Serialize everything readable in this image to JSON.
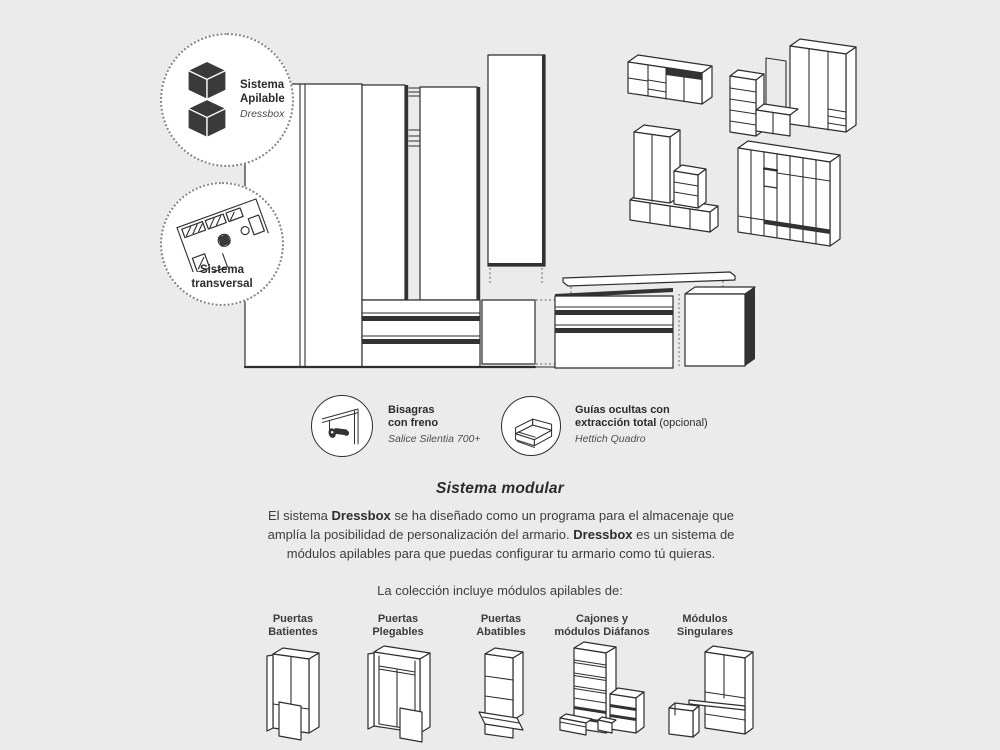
{
  "colors": {
    "background": "#ebebeb",
    "ink": "#2e2e2e",
    "dark_fill": "#323232"
  },
  "badges": {
    "apilable": {
      "line1": "Sistema",
      "line2": "Apilable",
      "brand": "Dressbox"
    },
    "transversal": {
      "line1": "Sistema",
      "line2": "transversal"
    }
  },
  "features": {
    "hinge": {
      "line1": "Bisagras",
      "line2": "con freno",
      "model": "Salice Silentia 700+"
    },
    "slide": {
      "line1": "Guías ocultas con",
      "line2_bold": "extracción total",
      "line2_note": "(opcional)",
      "model": "Hettich Quadro"
    }
  },
  "modular": {
    "heading": "Sistema modular",
    "paragraph": [
      {
        "t": "El sistema ",
        "b": false
      },
      {
        "t": "Dressbox",
        "b": true
      },
      {
        "t": " se ha diseñado como un programa para el almacenaje que amplía la posibilidad de personalización del armario. ",
        "b": false
      },
      {
        "t": "Dressbox",
        "b": true
      },
      {
        "t": " es un sistema de módulos apilables para que puedas configurar tu armario como tú quieras.",
        "b": false
      }
    ],
    "collection_intro": "La colección incluye módulos apilables de:"
  },
  "modules": [
    {
      "line1": "Puertas",
      "line2": "Batientes"
    },
    {
      "line1": "Puertas",
      "line2": "Plegables"
    },
    {
      "line1": "Puertas",
      "line2": "Abatibles"
    },
    {
      "line1": "Cajones y",
      "line2": "módulos Diáfanos"
    },
    {
      "line1": "Módulos",
      "line2": "Singulares"
    }
  ]
}
